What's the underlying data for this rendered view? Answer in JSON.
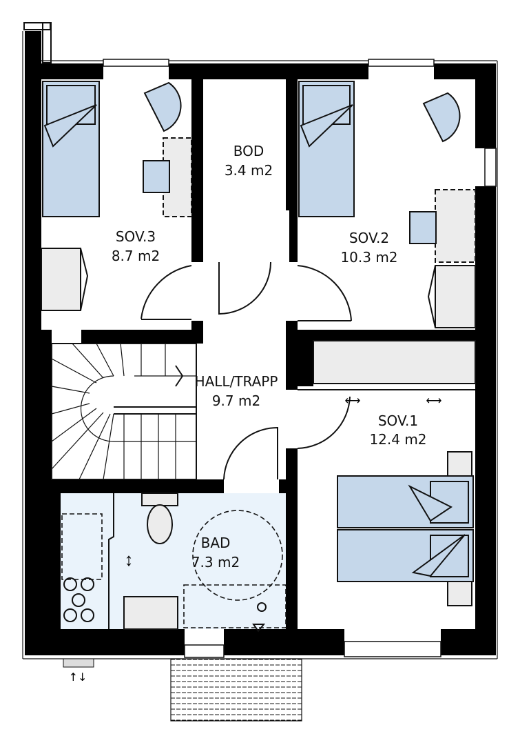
{
  "rooms": {
    "sov3": {
      "name": "SOV.3",
      "area": "8.7 m2"
    },
    "bod": {
      "name": "BOD",
      "area": "3.4 m2"
    },
    "sov2": {
      "name": "SOV.2",
      "area": "10.3 m2"
    },
    "hall": {
      "name": "HALL/TRAPP",
      "area": "9.7 m2"
    },
    "sov1": {
      "name": "SOV.1",
      "area": "12.4 m2"
    },
    "bad": {
      "name": "BAD",
      "area": "7.3 m2"
    }
  },
  "colors": {
    "wall": "#000000",
    "furniture": "#c5d7ea",
    "bathroom_floor": "#eaf3fb",
    "built_in": "#ececec"
  },
  "symbols": {
    "ventilation": "↑↓"
  }
}
